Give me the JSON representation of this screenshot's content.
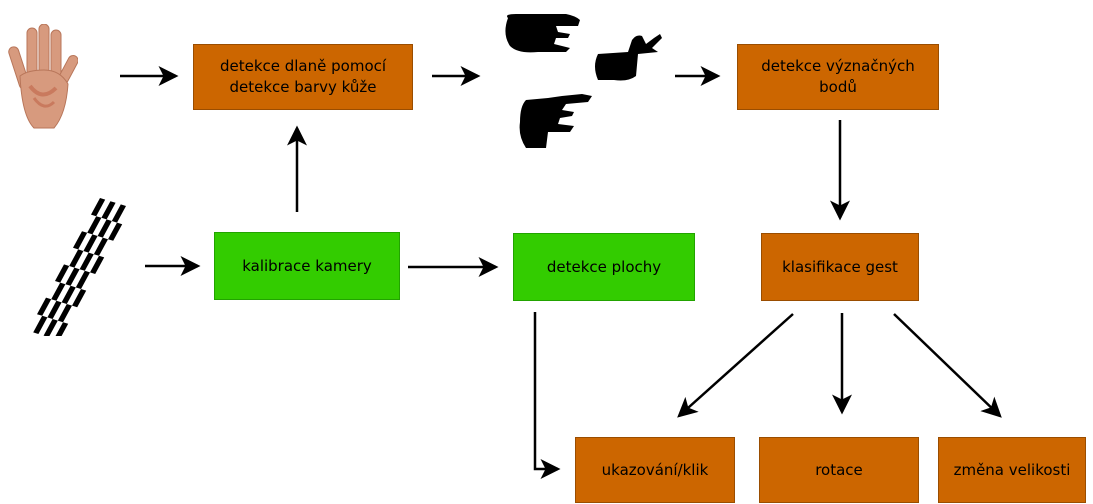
{
  "colors": {
    "orange": "#cc6600",
    "green": "#33cc00",
    "arrow": "#000000"
  },
  "boxes": {
    "palm_detection": "detekce dlaně pomocí\ndetekce barvy kůže",
    "keypoint_detection": "detekce význačných\nbodů",
    "camera_calibration": "kalibrace kamery",
    "plane_detection": "detekce plochy",
    "gesture_classification": "klasifikace gest",
    "pointing_click": "ukazování/klik",
    "rotation": "rotace",
    "resize": "změna velikosti"
  },
  "images": {
    "hand": "hand-photo",
    "checkerboard": "checkerboard-pattern",
    "silhouettes": "hand-silhouettes"
  }
}
